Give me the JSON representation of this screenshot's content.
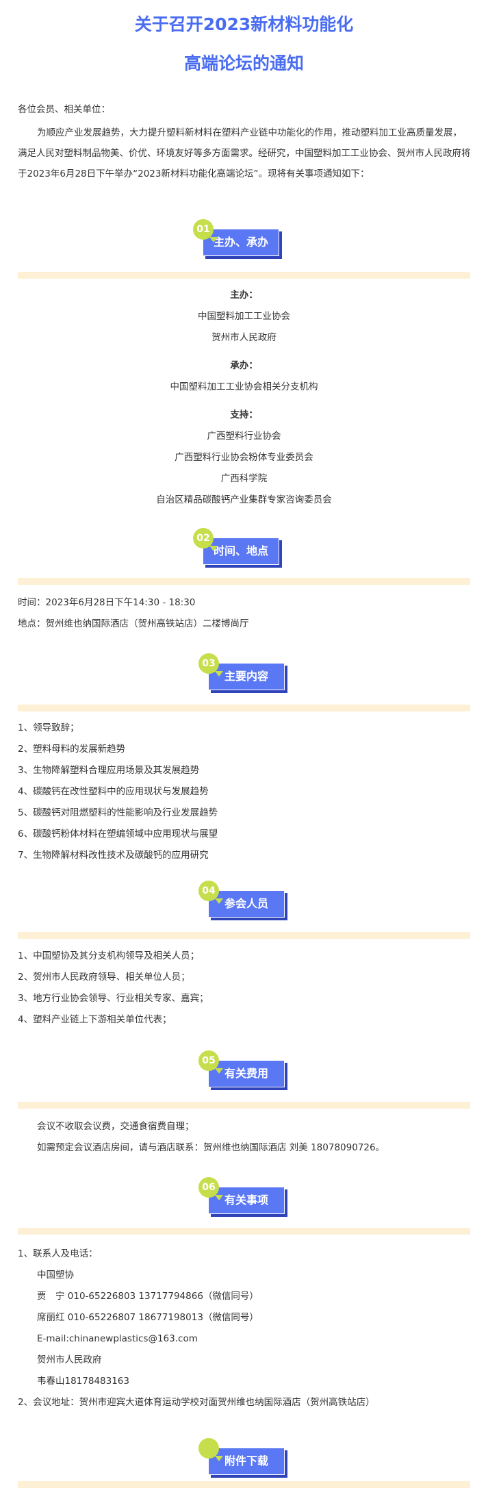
{
  "title": {
    "line1": "关于召开2023新材料功能化",
    "line2": "高端论坛的通知"
  },
  "intro": {
    "greeting": "各位会员、相关单位：",
    "body": "为顺应产业发展趋势，大力提升塑料新材料在塑料产业链中功能化的作用，推动塑料加工业高质量发展，满足人民对塑料制品物美、价优、环境友好等多方面需求。经研究，中国塑料加工工业协会、贺州市人民政府将于2023年6月28日下午举办“2023新材料功能化高端论坛”。现将有关事项通知如下："
  },
  "sections": [
    {
      "num": "01",
      "title": "主办、承办"
    },
    {
      "num": "02",
      "title": "时间、地点"
    },
    {
      "num": "03",
      "title": "主要内容"
    },
    {
      "num": "04",
      "title": "参会人员"
    },
    {
      "num": "05",
      "title": "有关费用"
    },
    {
      "num": "06",
      "title": "有关事项"
    },
    {
      "num": "",
      "title": "附件下载"
    }
  ],
  "organizers": {
    "host_label": "主办：",
    "hosts": [
      "中国塑料加工工业协会",
      "贺州市人民政府"
    ],
    "undertaker_label": "承办：",
    "undertakers": [
      "中国塑料加工工业协会相关分支机构"
    ],
    "support_label": "支持：",
    "supporters": [
      "广西塑料行业协会",
      "广西塑料行业协会粉体专业委员会",
      "广西科学院",
      "自治区精品碳酸钙产业集群专家咨询委员会"
    ]
  },
  "time_place": {
    "time": "时间：2023年6月28日下午14:30 - 18:30",
    "place": "地点：贺州维也纳国际酒店（贺州高铁站店）二楼博尚厅"
  },
  "contents": [
    "1、领导致辞；",
    "2、塑料母料的发展新趋势",
    "3、生物降解塑料合理应用场景及其发展趋势",
    "4、碳酸钙在改性塑料中的应用现状与发展趋势",
    "5、碳酸钙对阻燃塑料的性能影响及行业发展趋势",
    "6、碳酸钙粉体材料在塑编领域中应用现状与展望",
    "7、生物降解材料改性技术及碳酸钙的应用研究"
  ],
  "attendees": [
    "1、中国塑协及其分支机构领导及相关人员；",
    "2、贺州市人民政府领导、相关单位人员；",
    "3、地方行业协会领导、行业相关专家、嘉宾；",
    "4、塑料产业链上下游相关单位代表；"
  ],
  "fees": [
    "会议不收取会议费，交通食宿费自理；",
    "如需预定会议酒店房间，请与酒店联系：贺州维也纳国际酒店 刘美 18078090726。"
  ],
  "matters": {
    "contact_title": "1、联系人及电话：",
    "contacts": [
      "中国塑协",
      "贾　宁 010-65226803 13717794866（微信同号）",
      "席丽红 010-65226807 18677198013（微信同号）",
      "E-mail:chinanewplastics@163.com",
      "贺州市人民政府",
      "韦春山18178483163"
    ],
    "address": "2、会议地址：贺州市迎宾大道体育运动学校对面贺州维也纳国际酒店（贺州高铁站店）"
  },
  "colors": {
    "title": "#4a6cf0",
    "badge": "#5a78f3",
    "badge_shadow": "#2f44b8",
    "badge_number": "#c7de4c",
    "band": "#fdf0d5"
  }
}
